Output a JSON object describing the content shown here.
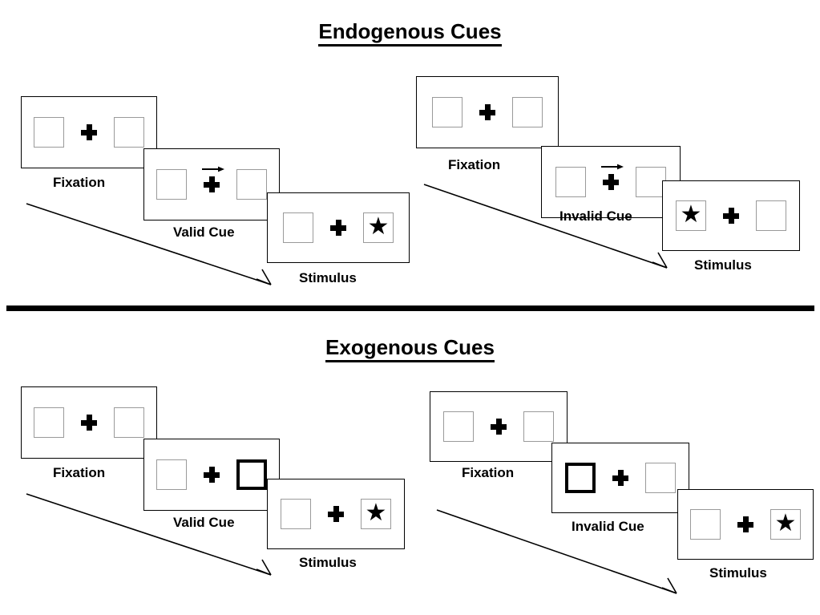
{
  "figure": {
    "title_top": "Endogenous Cues",
    "title_bottom": "Exogenous Cues"
  },
  "colors": {
    "panel_border": "#000000",
    "box_border": "#9a9a9a",
    "cued_box_border": "#000000",
    "ink": "#000000",
    "background": "#ffffff"
  },
  "glyphs": {
    "star": "★",
    "cross": "fixation-cross",
    "arrow_right": "→"
  },
  "sections": [
    {
      "id": "endogenous",
      "title": "Endogenous Cues",
      "cue_type": "central arrow",
      "sequences": [
        {
          "id": "endogenous-valid",
          "condition": "Valid Cue",
          "panels": [
            {
              "label": "Fixation",
              "left_box": "empty",
              "right_box": "empty",
              "cue_arrow": false
            },
            {
              "label": "Valid Cue",
              "left_box": "empty",
              "right_box": "empty",
              "cue_arrow": true
            },
            {
              "label": "Stimulus",
              "left_box": "empty",
              "right_box": "star",
              "cue_arrow": false
            }
          ]
        },
        {
          "id": "endogenous-invalid",
          "condition": "Invalid Cue",
          "panels": [
            {
              "label": "Fixation",
              "left_box": "empty",
              "right_box": "empty",
              "cue_arrow": false
            },
            {
              "label": "Invalid Cue",
              "left_box": "empty",
              "right_box": "empty",
              "cue_arrow": true
            },
            {
              "label": "Stimulus",
              "left_box": "star",
              "right_box": "empty",
              "cue_arrow": false
            }
          ]
        }
      ]
    },
    {
      "id": "exogenous",
      "title": "Exogenous Cues",
      "cue_type": "peripheral box flash",
      "sequences": [
        {
          "id": "exogenous-valid",
          "condition": "Valid Cue",
          "panels": [
            {
              "label": "Fixation",
              "left_box": "empty",
              "right_box": "empty",
              "cue_arrow": false
            },
            {
              "label": "Valid Cue",
              "left_box": "empty",
              "right_box": "cued",
              "cue_arrow": false
            },
            {
              "label": "Stimulus",
              "left_box": "empty",
              "right_box": "star",
              "cue_arrow": false
            }
          ]
        },
        {
          "id": "exogenous-invalid",
          "condition": "Invalid Cue",
          "panels": [
            {
              "label": "Fixation",
              "left_box": "empty",
              "right_box": "empty",
              "cue_arrow": false
            },
            {
              "label": "Invalid Cue",
              "left_box": "cued",
              "right_box": "empty",
              "cue_arrow": false
            },
            {
              "label": "Stimulus",
              "left_box": "empty",
              "right_box": "star",
              "cue_arrow": false
            }
          ]
        }
      ]
    }
  ]
}
